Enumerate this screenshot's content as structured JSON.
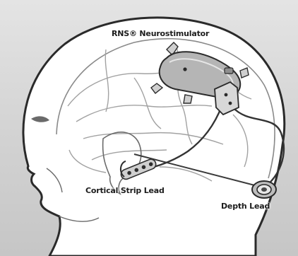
{
  "labels": {
    "device": "RNS® Neurostimulator",
    "strip_lead": "Cortical Strip Lead",
    "depth_lead": "Depth Lead"
  },
  "colors": {
    "background": "#d2d2d2",
    "skull_fill": "#ffffff",
    "outline": "#2a2a2a",
    "brain_lines": "#9a9a9a",
    "device_fill": "#b5b5b5"
  }
}
